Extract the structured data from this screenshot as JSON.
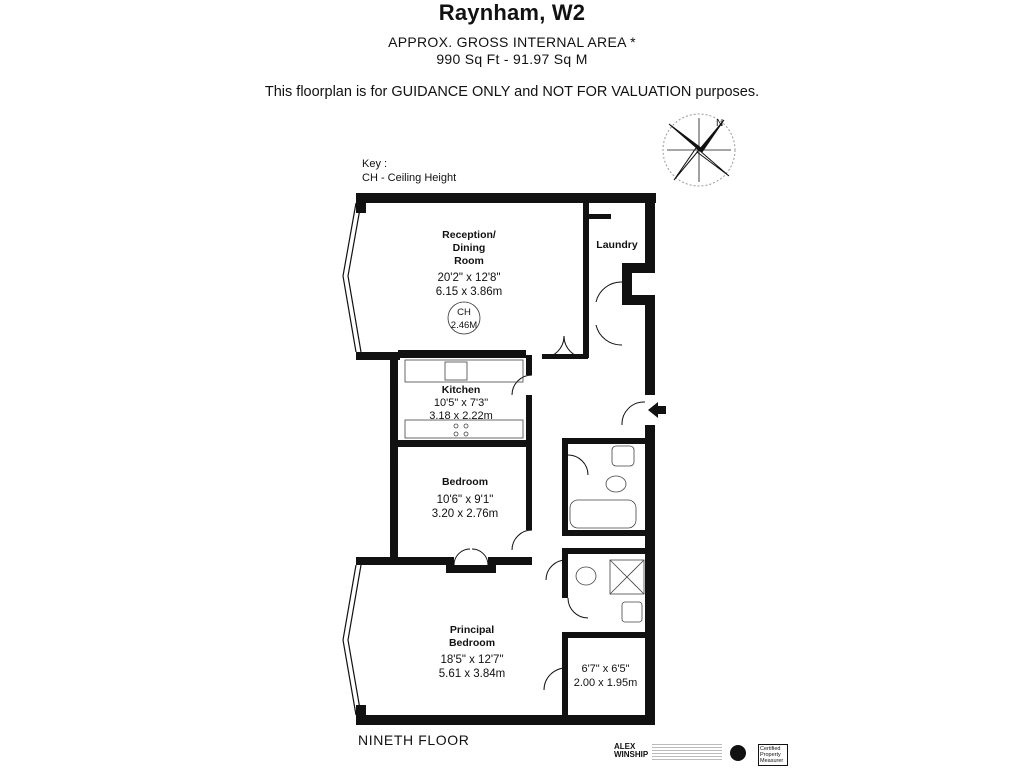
{
  "header": {
    "title": "Raynham, W2",
    "area_label": "APPROX. GROSS INTERNAL  AREA *",
    "area_values": "990 Sq Ft  -  91.97 Sq M",
    "disclaimer": "This floorplan is for GUIDANCE ONLY and NOT FOR VALUATION purposes."
  },
  "key": {
    "title": "Key :",
    "entry": "CH - Ceiling Height"
  },
  "compass": {
    "north": "N"
  },
  "rooms": {
    "reception": {
      "name_line1": "Reception/",
      "name_line2": "Dining",
      "name_line3": "Room",
      "imperial": "20'2\" x 12'8\"",
      "metric": "6.15 x 3.86m"
    },
    "ceiling_height": {
      "label": "CH",
      "value": "2.46M"
    },
    "laundry": {
      "name": "Laundry"
    },
    "kitchen": {
      "name": "Kitchen",
      "imperial": "10'5\" x 7'3\"",
      "metric": "3.18 x 2.22m"
    },
    "bedroom": {
      "name": "Bedroom",
      "imperial": "10'6\" x 9'1\"",
      "metric": "3.20 x 2.76m"
    },
    "principal": {
      "name_line1": "Principal",
      "name_line2": "Bedroom",
      "imperial": "18'5\" x 12'7\"",
      "metric": "5.61 x 3.84m"
    },
    "store": {
      "imperial": "6'7\" x 6'5\"",
      "metric": "2.00 x 1.95m"
    }
  },
  "footer": {
    "floor_label": "NINETH FLOOR",
    "brand_line1": "ALEX",
    "brand_line2": "WINSHIP",
    "badge_line1": "Certified",
    "badge_line2": "Property",
    "badge_line3": "Measurer"
  },
  "colors": {
    "wall": "#111111",
    "background": "#ffffff"
  }
}
